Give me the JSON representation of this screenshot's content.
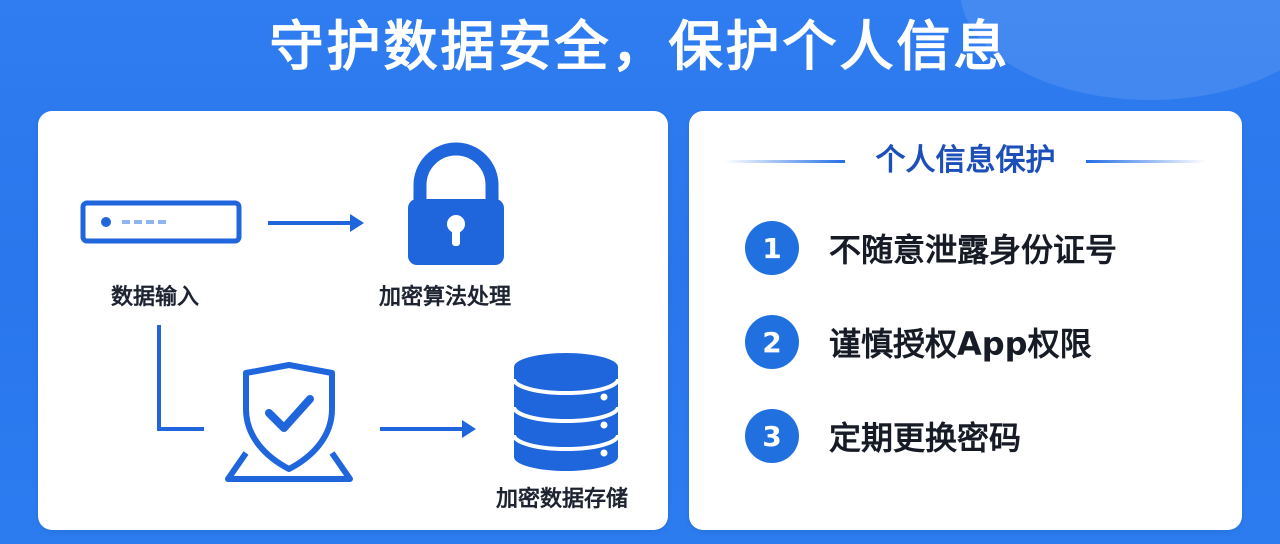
{
  "title": "守护数据安全，保护个人信息",
  "flow": {
    "steps": [
      {
        "label": "数据输入",
        "icon": "server-icon"
      },
      {
        "label": "加密算法处理",
        "icon": "padlock-icon"
      },
      {
        "label": "",
        "icon": "shield-check-icon"
      },
      {
        "label": "加密数据存储",
        "icon": "database-icon"
      }
    ]
  },
  "protection": {
    "heading": "个人信息保护",
    "tips": [
      {
        "num": "1",
        "text": "不随意泄露身份证号"
      },
      {
        "num": "2",
        "text": "谨慎授权App权限"
      },
      {
        "num": "3",
        "text": "定期更换密码"
      }
    ]
  },
  "colors": {
    "background": "#2f7df0",
    "accent": "#2070e0",
    "panel": "#ffffff",
    "heading_text": "#1d4fb8"
  }
}
